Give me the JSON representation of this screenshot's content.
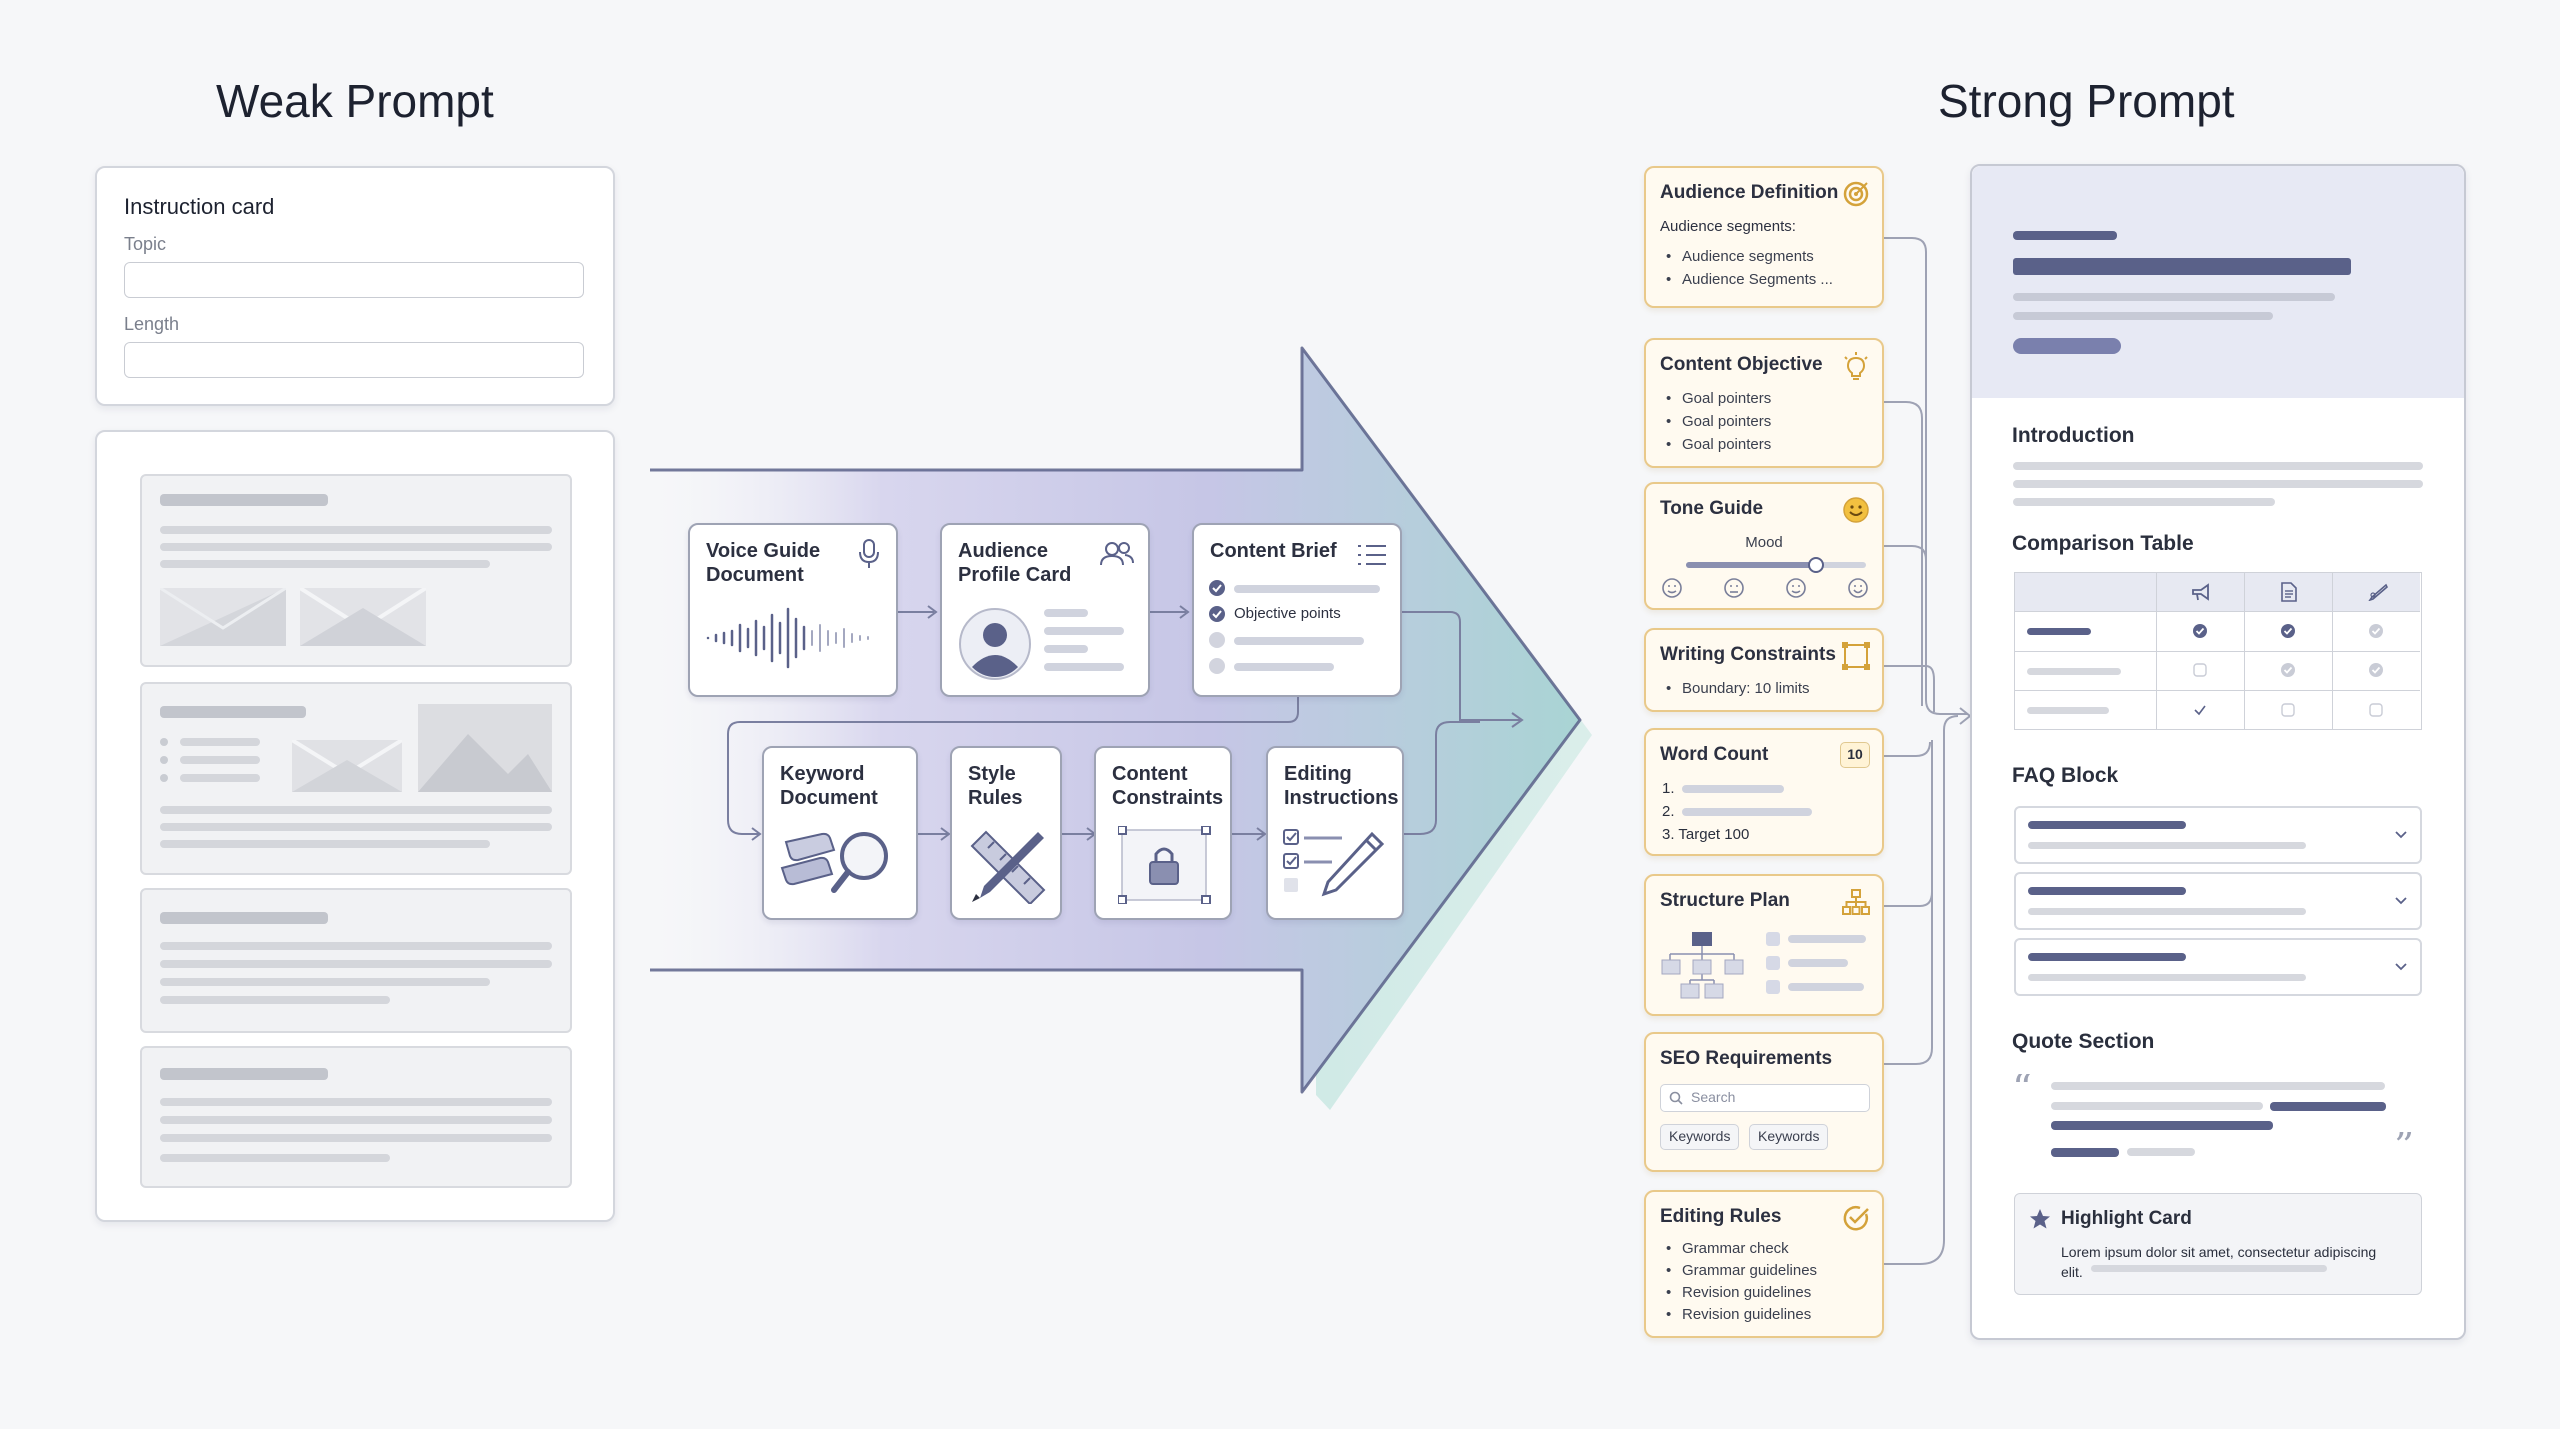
{
  "weak": {
    "title": "Weak Prompt",
    "card_title": "Instruction card",
    "field_topic": "Topic",
    "field_length": "Length"
  },
  "strong": {
    "title": "Strong Prompt"
  },
  "flow_nodes": {
    "voice": "Voice Guide\nDocument",
    "audience": "Audience\nProfile Card",
    "brief": "Content Brief",
    "brief_item": "Objective points",
    "keyword": "Keyword\nDocument",
    "style": "Style\nRules",
    "constraints": "Content\nConstraints",
    "editing": "Editing\nInstructions"
  },
  "cards": {
    "audience_def": {
      "title": "Audience Definition",
      "sub": "Audience segments:",
      "items": [
        "Audience segments",
        "Audience Segments ..."
      ]
    },
    "objective": {
      "title": "Content Objective",
      "items": [
        "Goal pointers",
        "Goal pointers",
        "Goal pointers"
      ]
    },
    "tone": {
      "title": "Tone Guide",
      "slider_label": "Mood",
      "slider_value": 0.72
    },
    "writing": {
      "title": "Writing Constraints",
      "items": [
        "Boundary: 10 limits"
      ]
    },
    "word_count": {
      "title": "Word Count",
      "badge": "10",
      "list": [
        "1.",
        "2.",
        "3. Target 100"
      ]
    },
    "structure": {
      "title": "Structure Plan"
    },
    "seo": {
      "title": "SEO Requirements",
      "search_placeholder": "Search",
      "chips": [
        "Keywords",
        "Keywords"
      ]
    },
    "editing": {
      "title": "Editing Rules",
      "items": [
        "Grammar check",
        "Grammar guidelines",
        "Revision guidelines",
        "Revision guidelines"
      ]
    }
  },
  "output_doc": {
    "introduction": "Introduction",
    "comparison": "Comparison Table",
    "comparison_icons": [
      "megaphone-icon",
      "document-icon",
      "pen-icon"
    ],
    "comparison_rows": [
      [
        "check-filled",
        "check-filled",
        "check-muted"
      ],
      [
        "empty",
        "check-muted",
        "check-muted"
      ],
      [
        "check-plain",
        "empty",
        "empty"
      ]
    ],
    "faq": "FAQ Block",
    "quote": "Quote Section",
    "highlight_title": "Highlight Card",
    "highlight_text": "Lorem ipsum dolor sit amet, consectetur adipiscing elit."
  },
  "colors": {
    "accent": "#5a6189",
    "card_border": "#e9c98a",
    "card_bg": "#fffaf0"
  }
}
